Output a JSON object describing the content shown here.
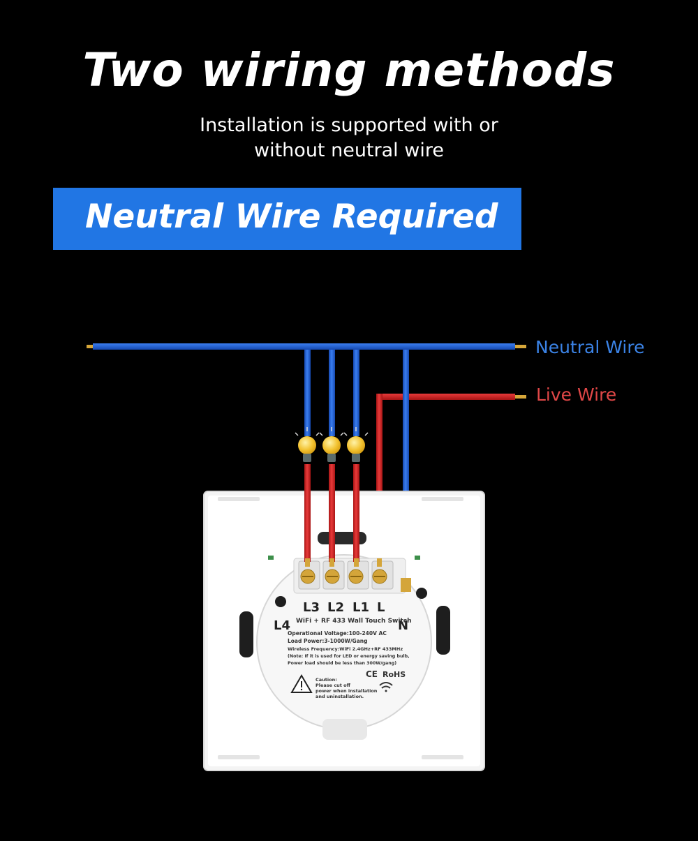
{
  "header": {
    "title": "Two wiring methods",
    "subtitle_line1": "Installation is supported with or",
    "subtitle_line2": "without neutral wire"
  },
  "banner": {
    "text": "Neutral Wire Required",
    "color": "#2176e4"
  },
  "wires": {
    "neutral_label": "Neutral Wire",
    "live_label": "Live Wire",
    "neutral_color": "#1f5fd6",
    "live_color": "#d42a2a"
  },
  "switch": {
    "terminals": [
      "L3",
      "L2",
      "L1",
      "L"
    ],
    "left_label": "L4",
    "right_label": "N",
    "product_name": "WiFi + RF 433 Wall Touch Switch",
    "spec_voltage": "Operational Voltage:100-240V AC",
    "spec_power": "Load Power:3-1000W/Gang",
    "spec_frequency": "Wireless Frequency:WiFi 2.4GHz+RF 433MHz",
    "note_line1": "(Note: If it is used for LED or energy saving bulb,",
    "note_line2": "Power load should be less than 300W/gang)",
    "caution_line1": "Caution:",
    "caution_line2": "Please cut off",
    "caution_line3": "power when installation",
    "caution_line4": "and uninstallation.",
    "ce_mark": "CE",
    "rohs_mark": "RoHS"
  },
  "icons": [
    "bulb-icon",
    "warning-triangle-icon",
    "wifi-icon"
  ]
}
